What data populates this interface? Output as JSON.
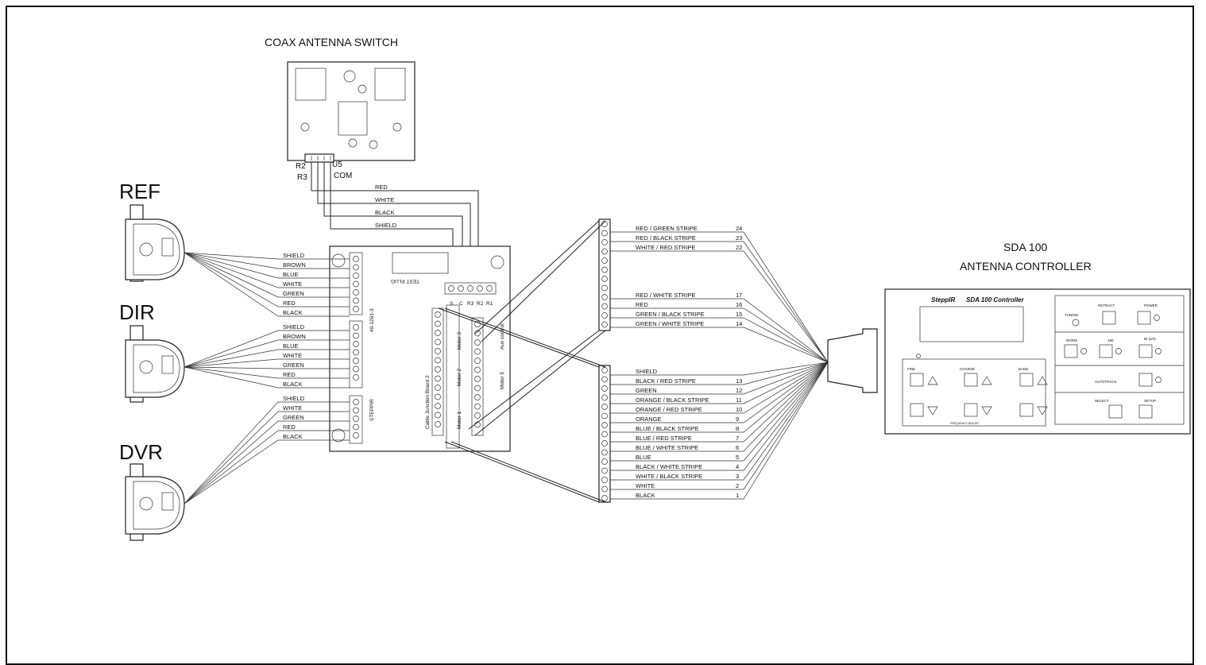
{
  "title_switch": "COAX ANTENNA SWITCH",
  "title_controller_1": "SDA 100",
  "title_controller_2": "ANTENNA CONTROLLER",
  "motors": [
    "REF",
    "DIR",
    "DVR"
  ],
  "switch_pins": {
    "r2": "R2",
    "r3": "R3",
    "u5": "U5",
    "com": "COM"
  },
  "switch_wires": [
    "RED",
    "WHITE",
    "BLACK",
    "SHIELD"
  ],
  "ref_wires": [
    "SHIELD",
    "BROWN",
    "BLUE",
    "WHITE",
    "GREEN",
    "RED",
    "BLACK"
  ],
  "dir_wires": [
    "SHIELD",
    "BROWN",
    "BLUE",
    "WHITE",
    "GREEN",
    "RED",
    "BLACK"
  ],
  "dvr_wires": [
    "SHIELD",
    "WHITE",
    "GREEN",
    "RED",
    "BLACK"
  ],
  "board": {
    "test_plug": "TEST PLUG",
    "part_no": "40-1261-3",
    "steppir": "STEPPIR",
    "cjb": "Cable Junction Board 2",
    "motor1": "Motor 1",
    "motor2": "Motor 2",
    "motor3": "Motor 3",
    "motor5": "Motor 5",
    "aux": "Aux control",
    "labels": [
      "S",
      "C",
      "R3",
      "R2",
      "R1"
    ]
  },
  "cable_upper": [
    {
      "label": "RED / GREEN STRIPE",
      "num": "24"
    },
    {
      "label": "RED / BLACK STRIPE",
      "num": "23"
    },
    {
      "label": "WHITE / RED STRIPE",
      "num": "22"
    },
    {
      "label": "RED / WHITE STRIPE",
      "num": "17"
    },
    {
      "label": "RED",
      "num": "16"
    },
    {
      "label": "GREEN / BLACK STRIPE",
      "num": "15"
    },
    {
      "label": "GREEN / WHITE STRIPE",
      "num": "14"
    }
  ],
  "cable_lower": [
    {
      "label": "SHIELD",
      "num": ""
    },
    {
      "label": "BLACK / RED STRIPE",
      "num": "13"
    },
    {
      "label": "GREEN",
      "num": "12"
    },
    {
      "label": "ORANGE / BLACK STRIPE",
      "num": "11"
    },
    {
      "label": "ORANGE / RED STRIPE",
      "num": "10"
    },
    {
      "label": "ORANGE",
      "num": "9"
    },
    {
      "label": "BLUE / BLACK STRIPE",
      "num": "8"
    },
    {
      "label": "BLUE / RED STRIPE",
      "num": "7"
    },
    {
      "label": "BLUE / WHITE STRIPE",
      "num": "6"
    },
    {
      "label": "BLUE",
      "num": "5"
    },
    {
      "label": "BLACK / WHITE STRIPE",
      "num": "4"
    },
    {
      "label": "WHITE / BLACK STRIPE",
      "num": "3"
    },
    {
      "label": "WHITE",
      "num": "2"
    },
    {
      "label": "BLACK",
      "num": "1"
    }
  ],
  "controller": {
    "brand": "SteppIR",
    "model": "SDA 100 Controller",
    "fine": "FINE",
    "coarse": "COARSE",
    "band": "BAND",
    "freq_adjust": "FREQUENCY ADJUST",
    "tuning": "TUNING",
    "retract": "RETRACT",
    "power": "POWER",
    "norm": "NORM",
    "deg180": "180",
    "bi": "BI (3/4)",
    "autotrack": "AUTOTRACK",
    "select": "SELECT",
    "setup": "SETUP"
  }
}
